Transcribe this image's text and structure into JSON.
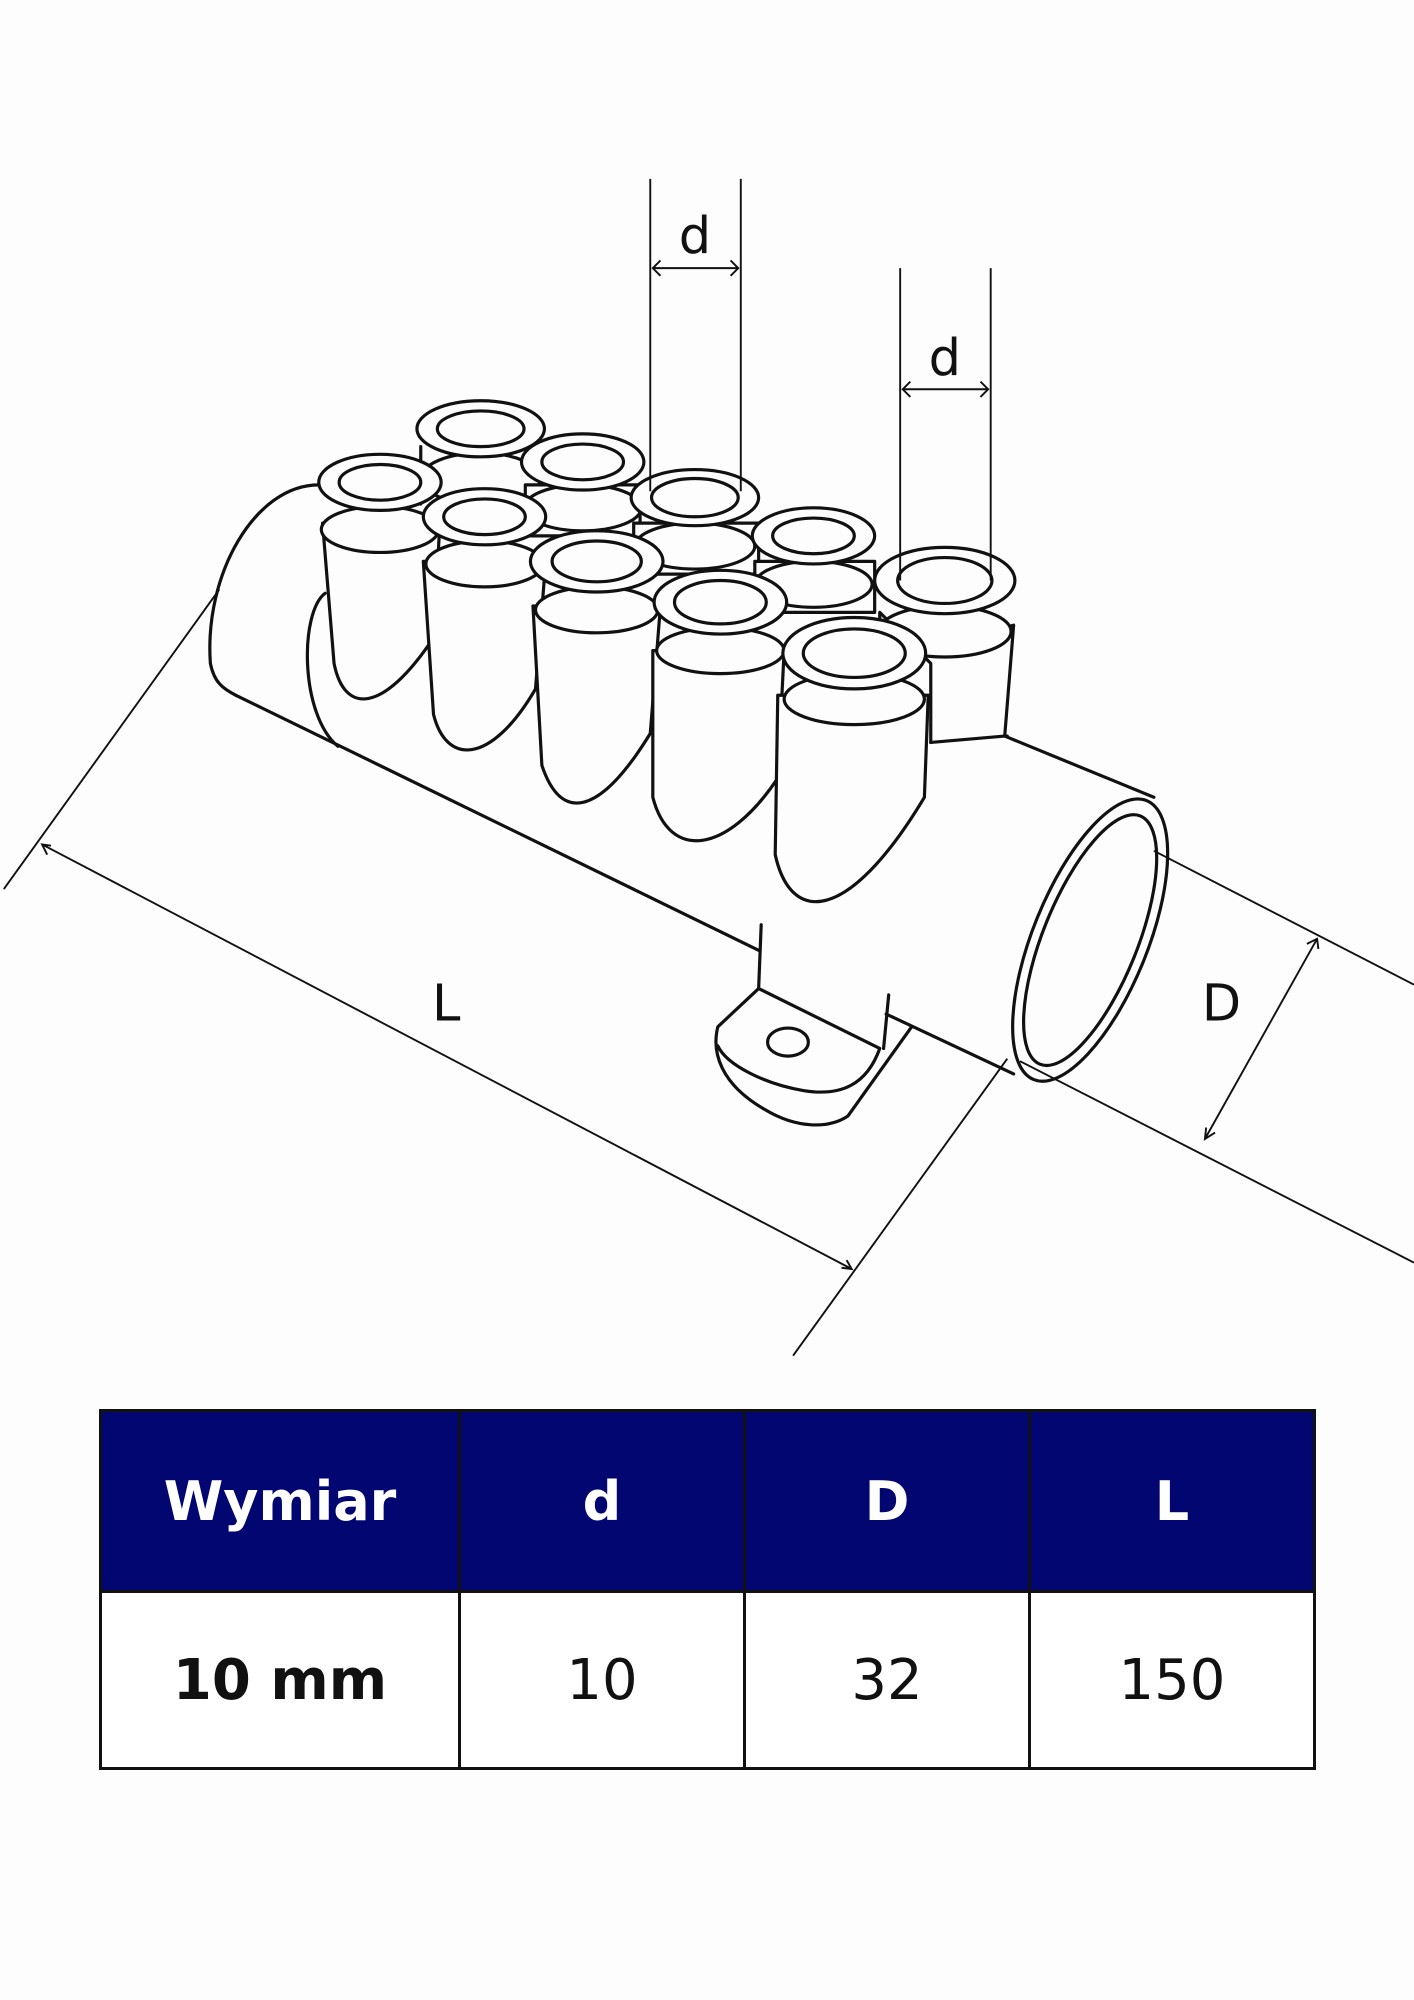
{
  "drawing": {
    "labels": {
      "d_top": "d",
      "d_right": "d",
      "length": "L",
      "diameter": "D"
    }
  },
  "table": {
    "header_color": "#020670",
    "headers": [
      "Wymiar",
      "d",
      "D",
      "L"
    ],
    "rows": [
      [
        "10 mm",
        "10",
        "32",
        "150"
      ]
    ]
  }
}
